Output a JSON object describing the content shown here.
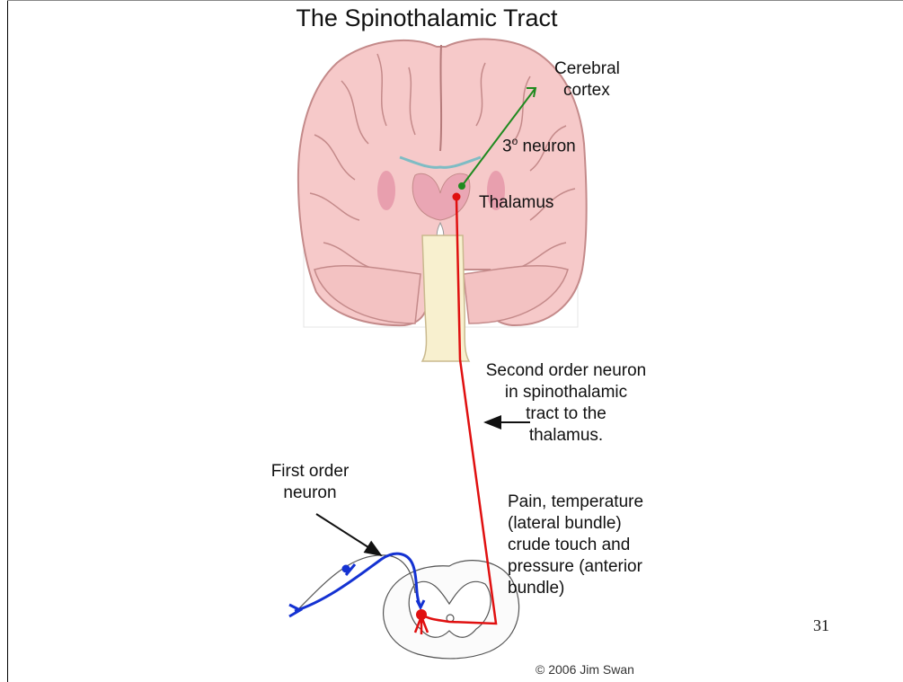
{
  "title": "The Spinothalamic Tract",
  "labels": {
    "cerebral_cortex_line1": "Cerebral",
    "cerebral_cortex_line2": "cortex",
    "third_neuron_prefix": "3",
    "third_neuron_sup": "o",
    "third_neuron_suffix": " neuron",
    "thalamus": "Thalamus",
    "second_order_line1": "Second order neuron",
    "second_order_line2": "in spinothalamic",
    "second_order_line3": "tract to the",
    "second_order_line4": "thalamus.",
    "first_order_line1": "First order",
    "first_order_line2": "neuron",
    "modalities_line1": "Pain, temperature",
    "modalities_line2": "(lateral bundle)",
    "modalities_line3": "crude touch and",
    "modalities_line4": "pressure (anterior",
    "modalities_line5": "bundle)"
  },
  "page_number": "31",
  "copyright": "© 2006 Jim Swan",
  "colors": {
    "first_order_neuron": "#1432d2",
    "second_order_neuron": "#e01010",
    "third_order_neuron": "#1f8a1f",
    "brain_fill": "#f6c9c9",
    "brain_outline": "#c48a8a",
    "brainstem_fill": "#f8f0cf"
  }
}
